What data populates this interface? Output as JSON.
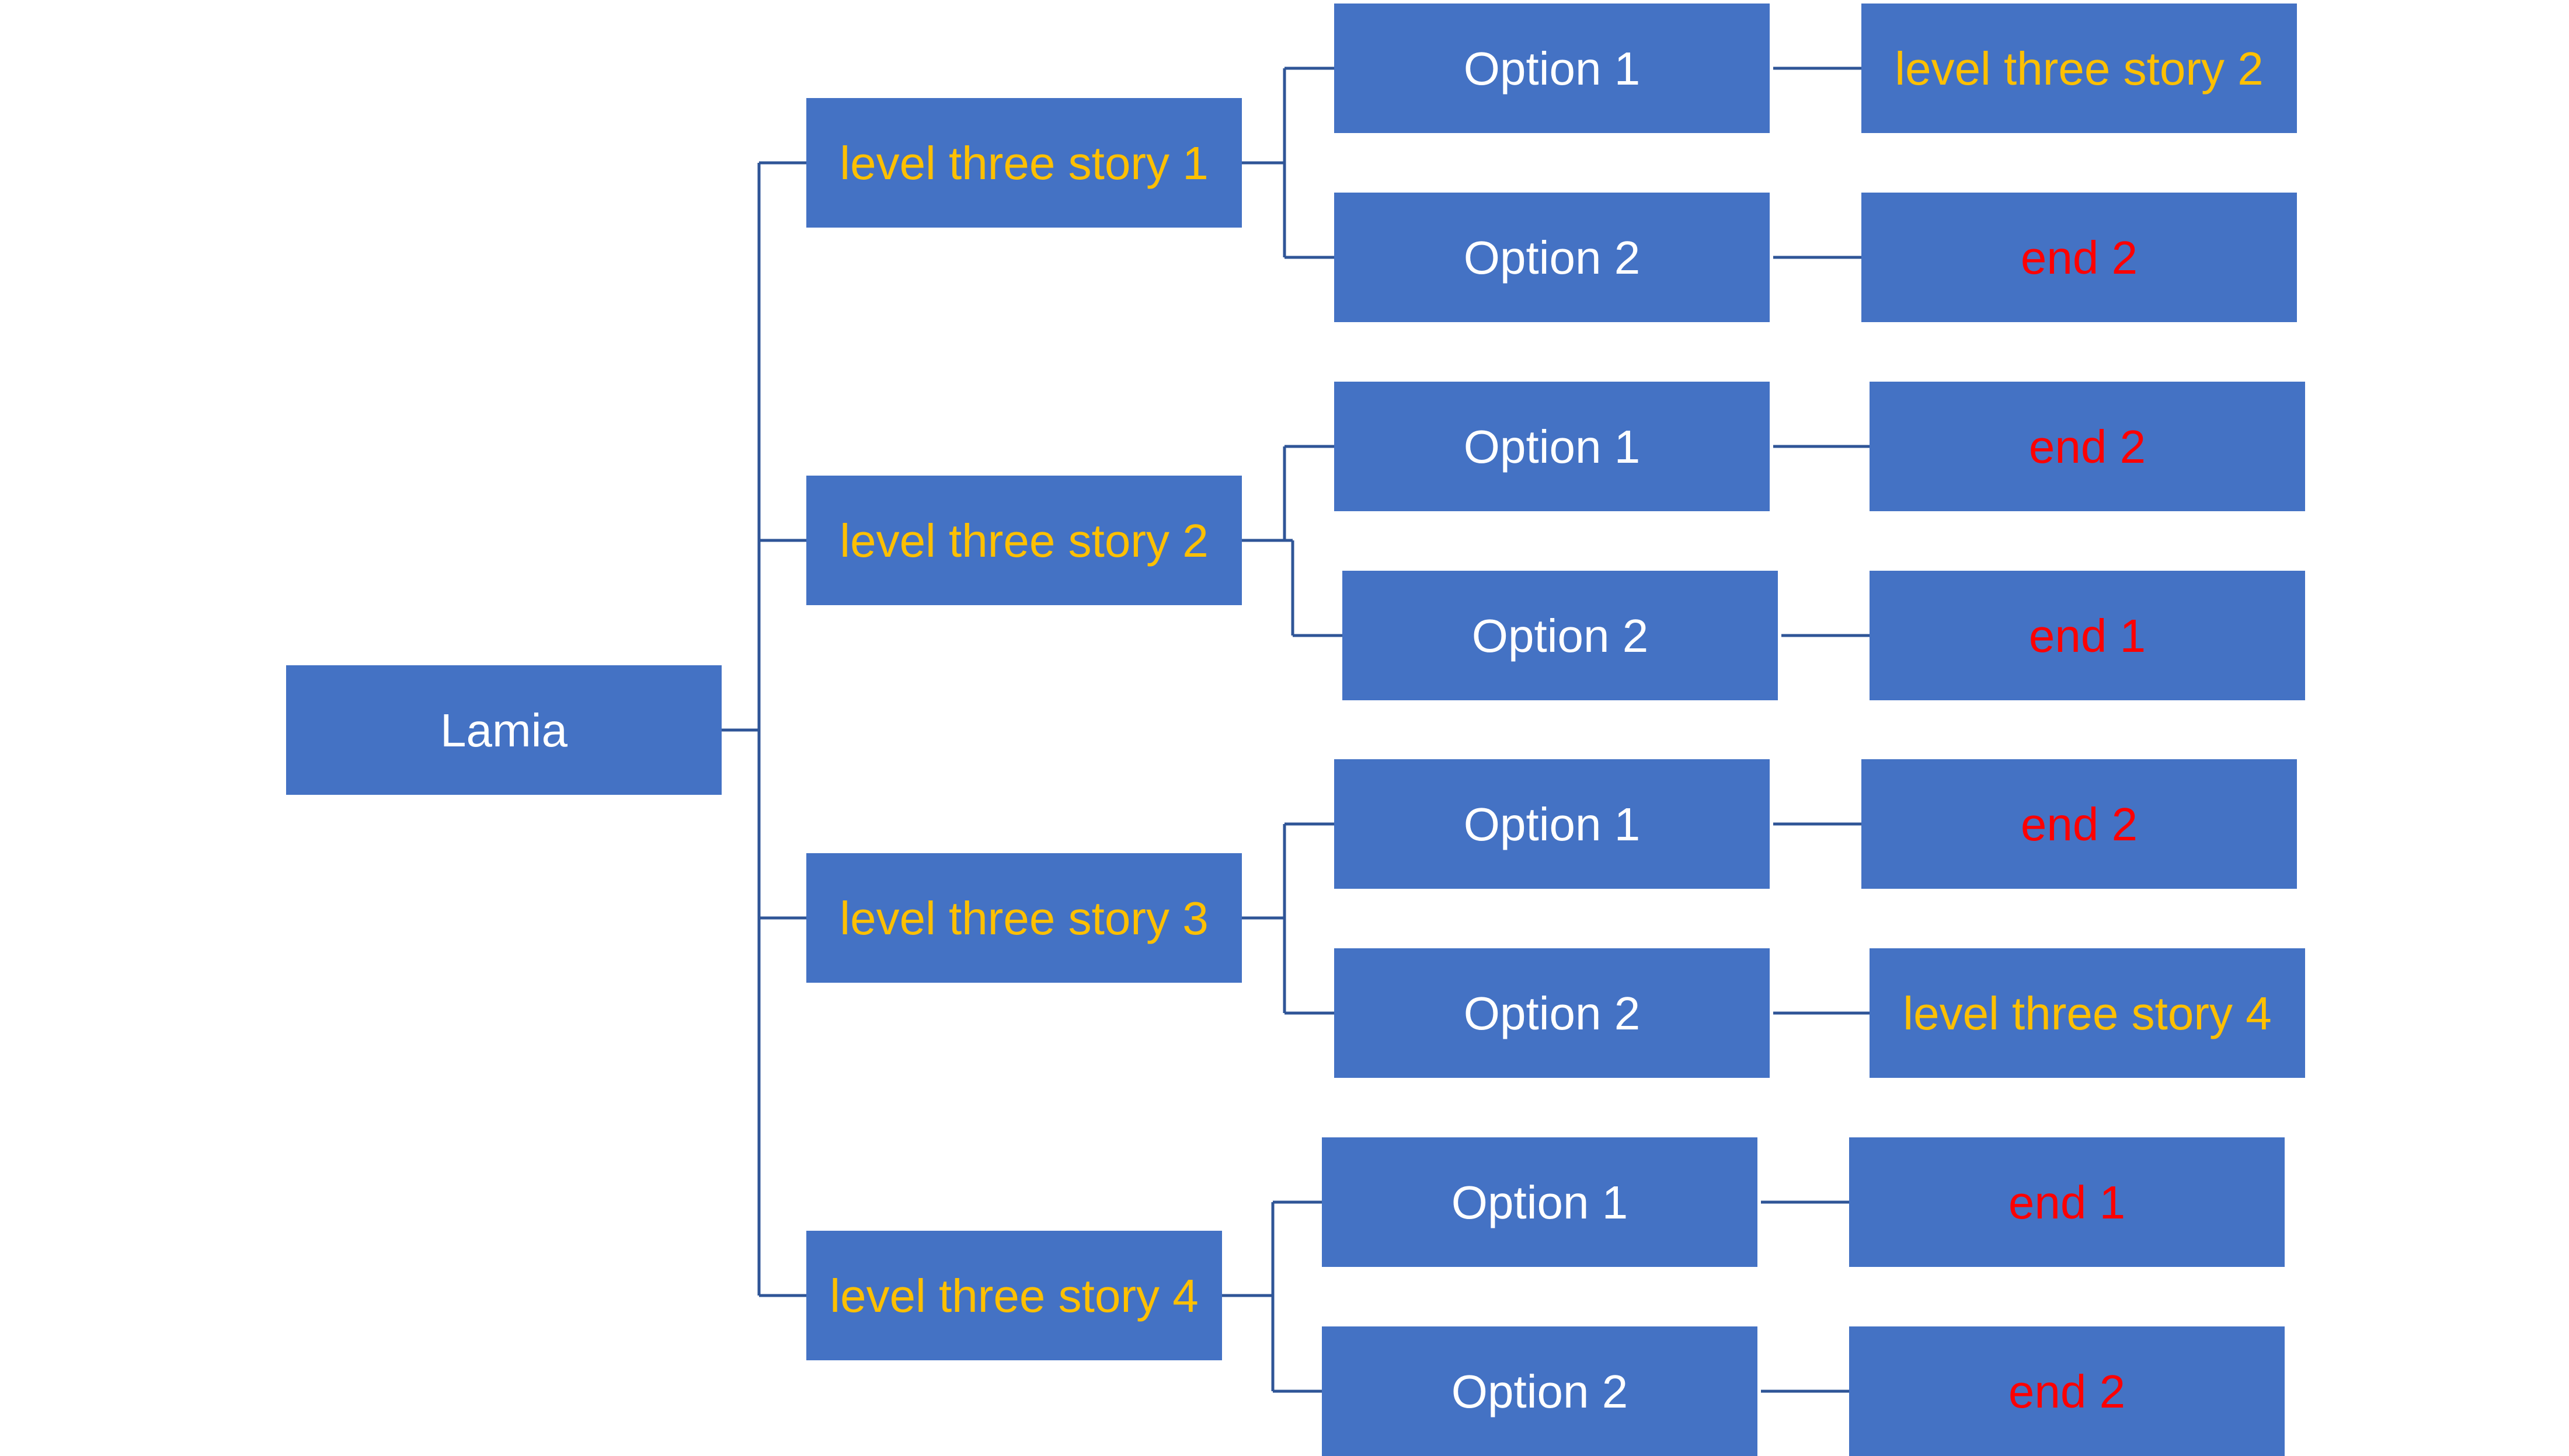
{
  "colors": {
    "box_fill": "#4472C4",
    "connector": "#2F5597",
    "text_white": "#FFFFFF",
    "text_story": "#FFC000",
    "text_end": "#FF0000"
  },
  "root": {
    "label": "Lamia"
  },
  "branches": [
    {
      "story": "level three story 1",
      "options": [
        {
          "label": "Option 1",
          "result": "level three story 2",
          "result_kind": "story"
        },
        {
          "label": "Option 2",
          "result": "end 2",
          "result_kind": "end"
        }
      ]
    },
    {
      "story": "level three story 2",
      "options": [
        {
          "label": "Option 1",
          "result": "end 2",
          "result_kind": "end"
        },
        {
          "label": "Option 2",
          "result": "end 1",
          "result_kind": "end"
        }
      ]
    },
    {
      "story": "level three story 3",
      "options": [
        {
          "label": "Option 1",
          "result": "end 2",
          "result_kind": "end"
        },
        {
          "label": "Option 2",
          "result": "level three story 4",
          "result_kind": "story"
        }
      ]
    },
    {
      "story": "level three story 4",
      "options": [
        {
          "label": "Option 1",
          "result": "end 1",
          "result_kind": "end"
        },
        {
          "label": "Option 2",
          "result": "end 2",
          "result_kind": "end"
        }
      ]
    }
  ]
}
